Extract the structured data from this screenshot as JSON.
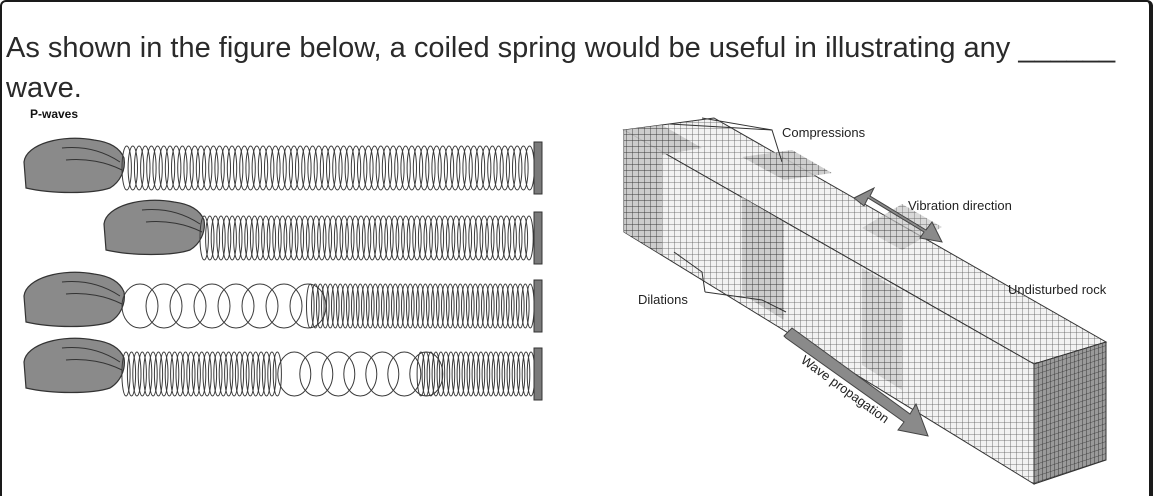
{
  "question": {
    "text": "As shown in the figure below, a coiled spring would be useful in illustrating any ______ wave."
  },
  "figure": {
    "left_title": "P-waves",
    "labels": {
      "compressions": "Compressions",
      "vibration": "Vibration direction",
      "dilations": "Dilations",
      "undisturbed": "Undisturbed rock",
      "propagation": "Wave propagation"
    }
  },
  "colors": {
    "text": "#2a2a2a",
    "frame": "#1a1a1a",
    "hand": "#8a8a8a",
    "coil": "#3a3a3a",
    "wall": "#7a7a7a"
  }
}
